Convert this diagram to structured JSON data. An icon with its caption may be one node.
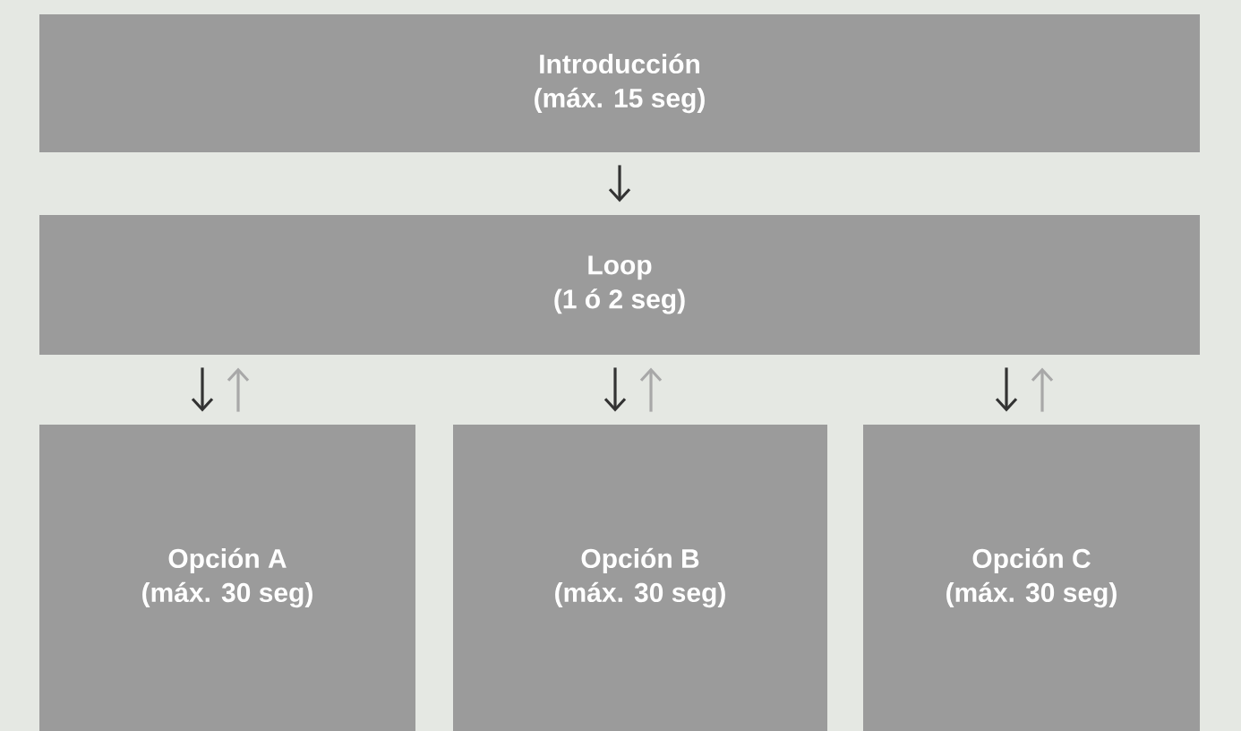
{
  "diagram": {
    "nodes": [
      {
        "text": [
          "Introducción",
          "(máx. 15 seg)"
        ]
      },
      {
        "text": [
          "Loop",
          "(1 ó 2 seg)"
        ]
      },
      {
        "text": [
          "Opción A",
          "(máx. 30 seg)"
        ]
      },
      {
        "text": [
          "Opción B",
          "(máx. 30 seg)"
        ]
      },
      {
        "text": [
          "Opción C",
          "(máx. 30 seg)"
        ]
      }
    ],
    "edges": [
      {
        "from": 0,
        "to": 1,
        "arrow": "to"
      },
      {
        "from": 1,
        "to": 2,
        "arrow": "to"
      },
      {
        "from": 2,
        "to": 1,
        "arrow": "to",
        "color": "#a8a8a8"
      },
      {
        "from": 1,
        "to": 3,
        "arrow": "to"
      },
      {
        "from": 3,
        "to": 1,
        "arrow": "to",
        "color": "#a8a8a8"
      },
      {
        "from": 1,
        "to": 4,
        "arrow": "to"
      },
      {
        "from": 4,
        "to": 1,
        "arrow": "to",
        "color": "#a8a8a8"
      }
    ]
  }
}
